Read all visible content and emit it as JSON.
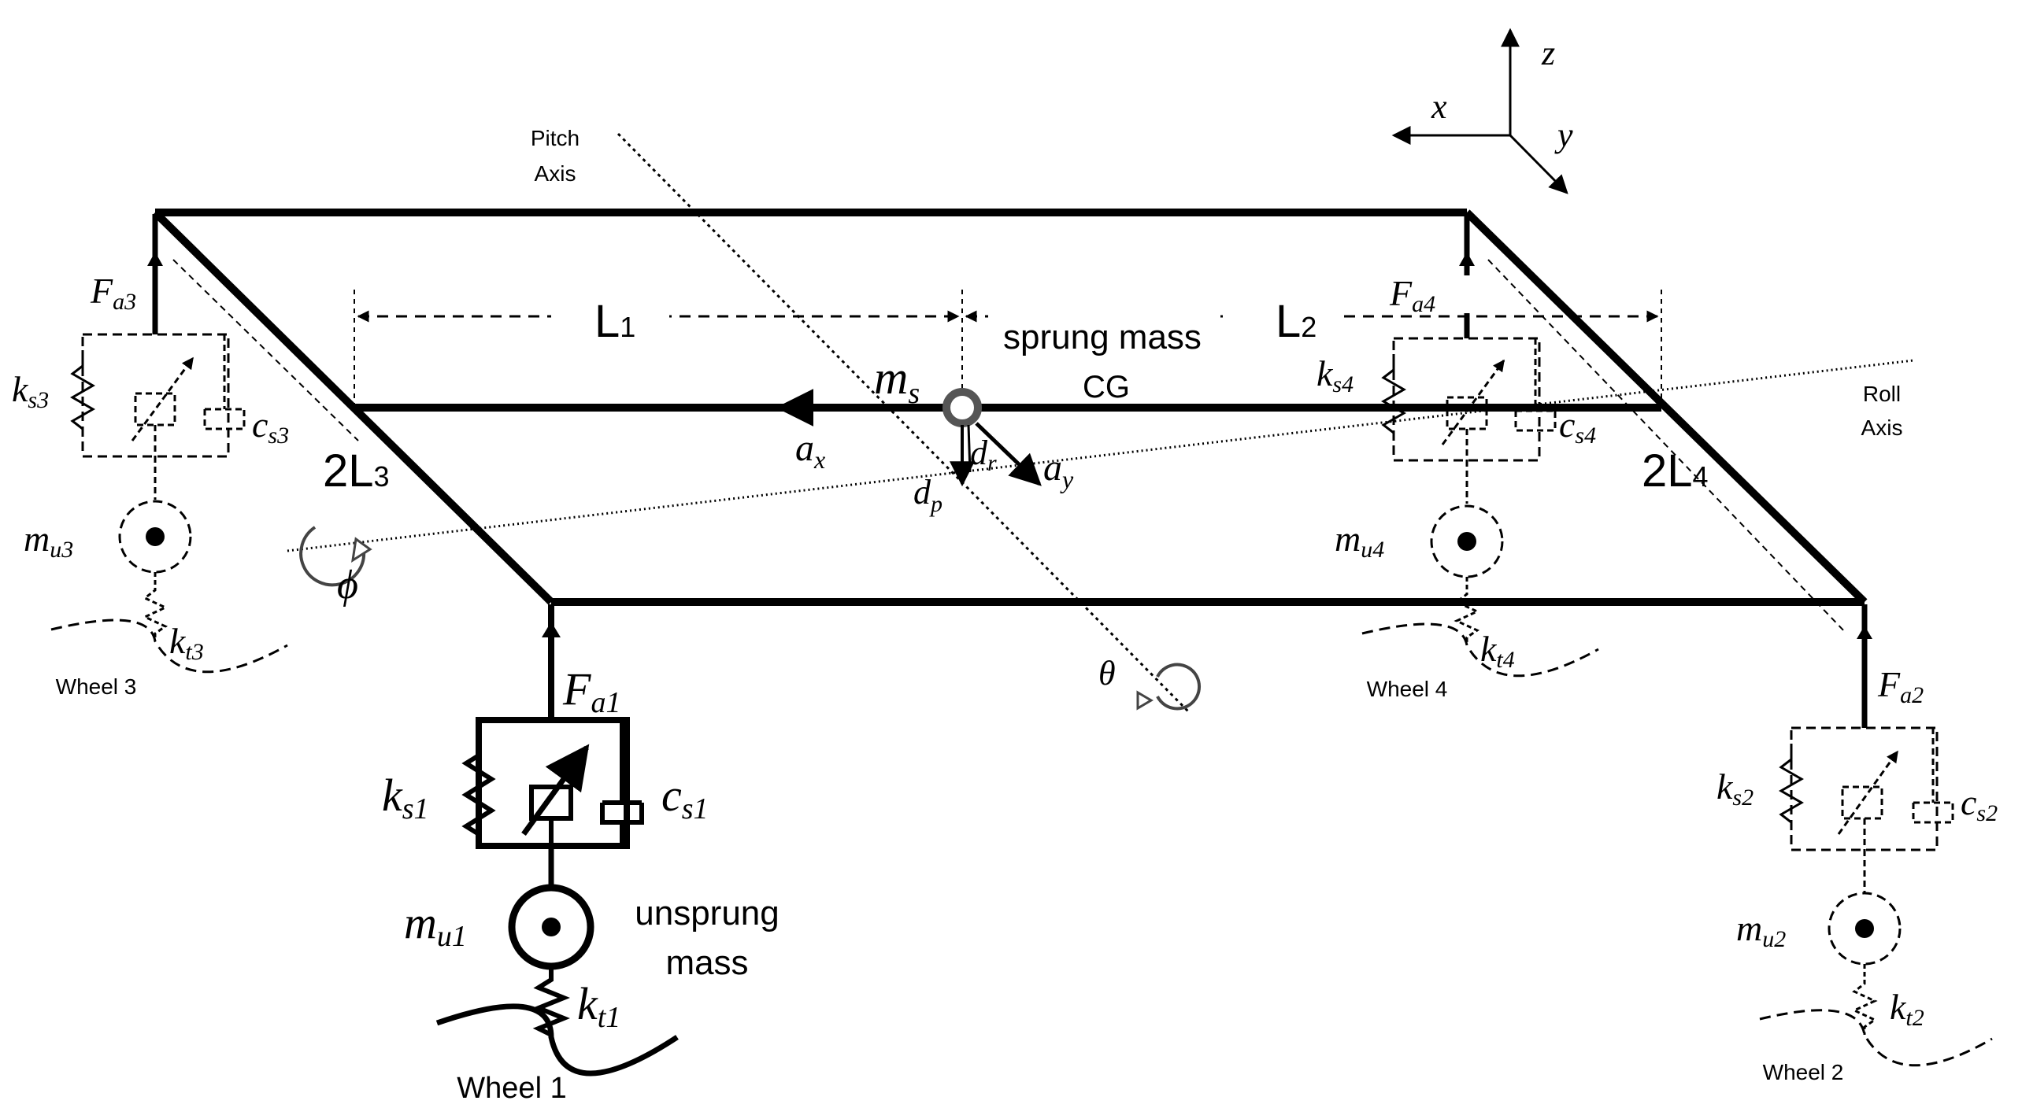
{
  "axes_triad": {
    "x": "x",
    "y": "y",
    "z": "z"
  },
  "pitch_axis_label": [
    "Pitch",
    "Axis"
  ],
  "roll_axis_label": [
    "Roll",
    "Axis"
  ],
  "dimensions": {
    "L1": {
      "base": "L",
      "sub": "1"
    },
    "L2": {
      "base": "L",
      "sub": "2"
    },
    "L3": {
      "base": "2L",
      "sub": "3"
    },
    "L4": {
      "base": "2L",
      "sub": "4"
    }
  },
  "sprung_mass": {
    "line1": "sprung mass",
    "line2": "CG",
    "symbol": "m",
    "symbol_sub": "s"
  },
  "accelerations": {
    "ax": {
      "base": "a",
      "sub": "x"
    },
    "ay": {
      "base": "a",
      "sub": "y"
    },
    "dp": {
      "base": "d",
      "sub": "p"
    },
    "dr": {
      "base": "d",
      "sub": "r"
    }
  },
  "angles": {
    "roll": "ϕ",
    "pitch": "θ"
  },
  "unsprung_mass_label": [
    "unsprung",
    "mass"
  ],
  "corners": [
    {
      "force": "F",
      "force_sub": "a1",
      "ks": "k",
      "ks_sub": "s1",
      "cs": "c",
      "cs_sub": "s1",
      "mu": "m",
      "mu_sub": "u1",
      "kt": "k",
      "kt_sub": "t1",
      "wheel": "Wheel 1"
    },
    {
      "force": "F",
      "force_sub": "a2",
      "ks": "k",
      "ks_sub": "s2",
      "cs": "c",
      "cs_sub": "s2",
      "mu": "m",
      "mu_sub": "u2",
      "kt": "k",
      "kt_sub": "t2",
      "wheel": "Wheel 2"
    },
    {
      "force": "F",
      "force_sub": "a3",
      "ks": "k",
      "ks_sub": "s3",
      "cs": "c",
      "cs_sub": "s3",
      "mu": "m",
      "mu_sub": "u3",
      "kt": "k",
      "kt_sub": "t3",
      "wheel": "Wheel 3"
    },
    {
      "force": "F",
      "force_sub": "a4",
      "ks": "k",
      "ks_sub": "s4",
      "cs": "c",
      "cs_sub": "s4",
      "mu": "m",
      "mu_sub": "u4",
      "kt": "k",
      "kt_sub": "t4",
      "wheel": "Wheel 4"
    }
  ]
}
